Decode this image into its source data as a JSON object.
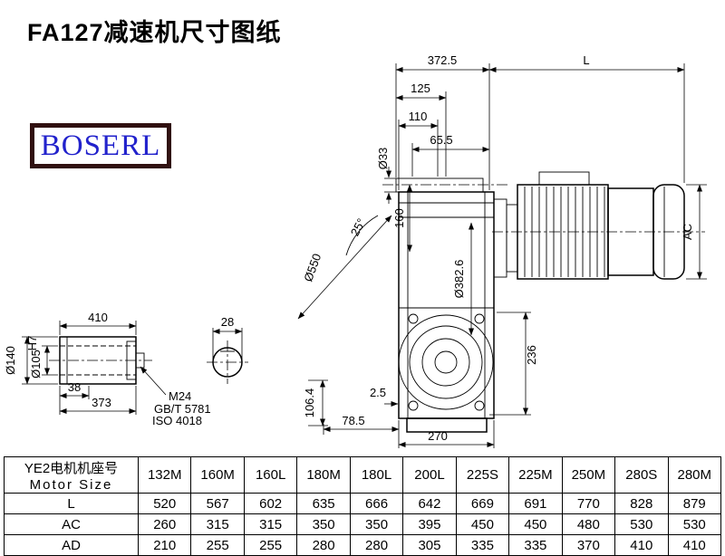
{
  "page": {
    "title": "FA127减速机尺寸图纸",
    "logo": "BOSERL"
  },
  "colors": {
    "logo_text": "#2222cc",
    "logo_border": "#301010"
  },
  "drawing": {
    "dims": {
      "w372_5": "372.5",
      "L": "L",
      "w125": "125",
      "w110": "110",
      "w65_5": "65.5",
      "dia33": "Ø33",
      "h160": "160",
      "ang25": "25°",
      "dia550": "Ø550",
      "dia382_6": "Ø382.6",
      "h236": "236",
      "w2_5": "2.5",
      "w78_5": "78.5",
      "w270": "270",
      "AC": "AC",
      "w410": "410",
      "dia140": "Ø140",
      "dia105": "Ø105",
      "dia105_tol": "H7",
      "w38": "38",
      "w373": "373",
      "w28": "28",
      "h106_4": "106.4",
      "thread": "M24",
      "std1": "GB/T 5781",
      "std2": "ISO 4018"
    }
  },
  "table": {
    "header_cn": "YE2电机机座号",
    "header_en": "Motor Size",
    "columns": [
      "132M",
      "160M",
      "160L",
      "180M",
      "180L",
      "200L",
      "225S",
      "225M",
      "250M",
      "280S",
      "280M"
    ],
    "rows": [
      {
        "label": "L",
        "values": [
          520,
          567,
          602,
          635,
          666,
          642,
          669,
          691,
          770,
          828,
          879
        ]
      },
      {
        "label": "AC",
        "values": [
          260,
          315,
          315,
          350,
          350,
          395,
          450,
          450,
          480,
          530,
          530
        ]
      },
      {
        "label": "AD",
        "values": [
          210,
          255,
          255,
          280,
          280,
          305,
          335,
          335,
          370,
          410,
          410
        ]
      }
    ]
  }
}
